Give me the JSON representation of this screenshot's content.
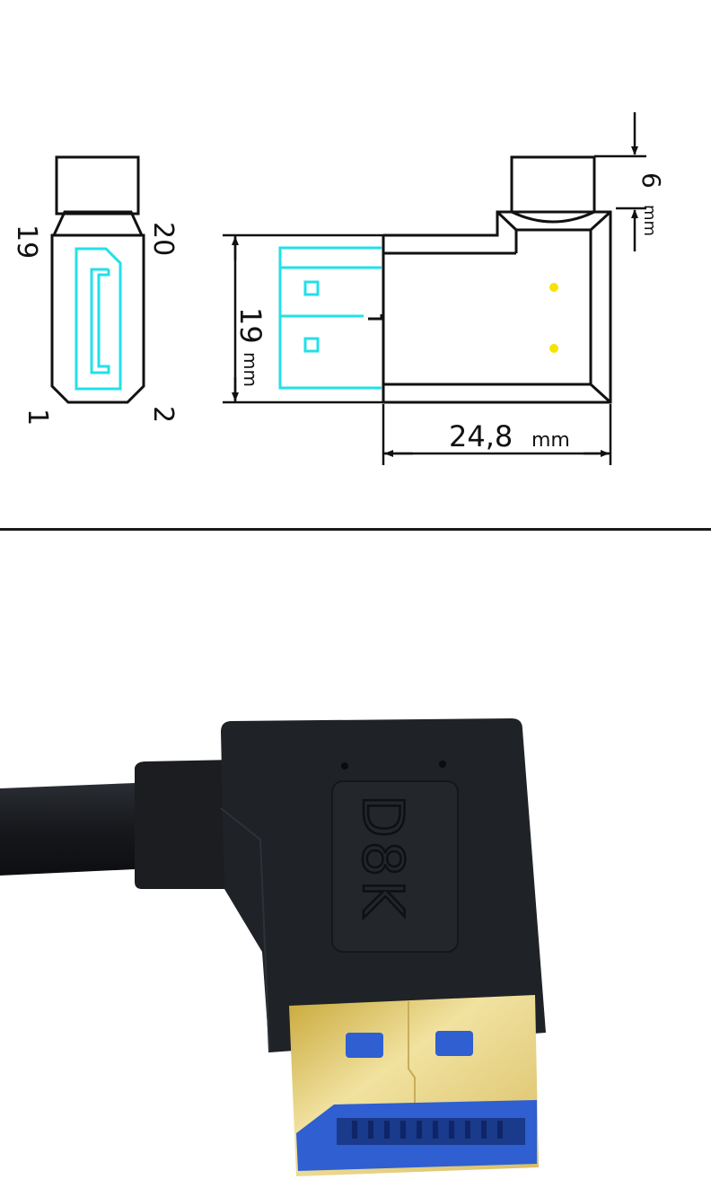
{
  "drawing": {
    "front_view": {
      "pin_labels": {
        "top_left": "19",
        "top_right": "20",
        "bottom_left": "1",
        "bottom_right": "2"
      }
    },
    "side_view": {
      "height_dim": {
        "value": "19",
        "unit": "mm"
      },
      "width_dim": {
        "value": "24,8",
        "unit": "mm"
      },
      "cable_dim": {
        "value": "6",
        "unit": "mm"
      }
    },
    "colors": {
      "outline": "#111111",
      "receptacle": "#22e0e8",
      "marker": "#f5e400"
    }
  },
  "photo": {
    "connector_logo": "D8K",
    "colors": {
      "housing": "#1e2126",
      "plug_gold": "#e6d27a",
      "plug_blue": "#2f5fd0",
      "background": "#ffffff"
    }
  }
}
